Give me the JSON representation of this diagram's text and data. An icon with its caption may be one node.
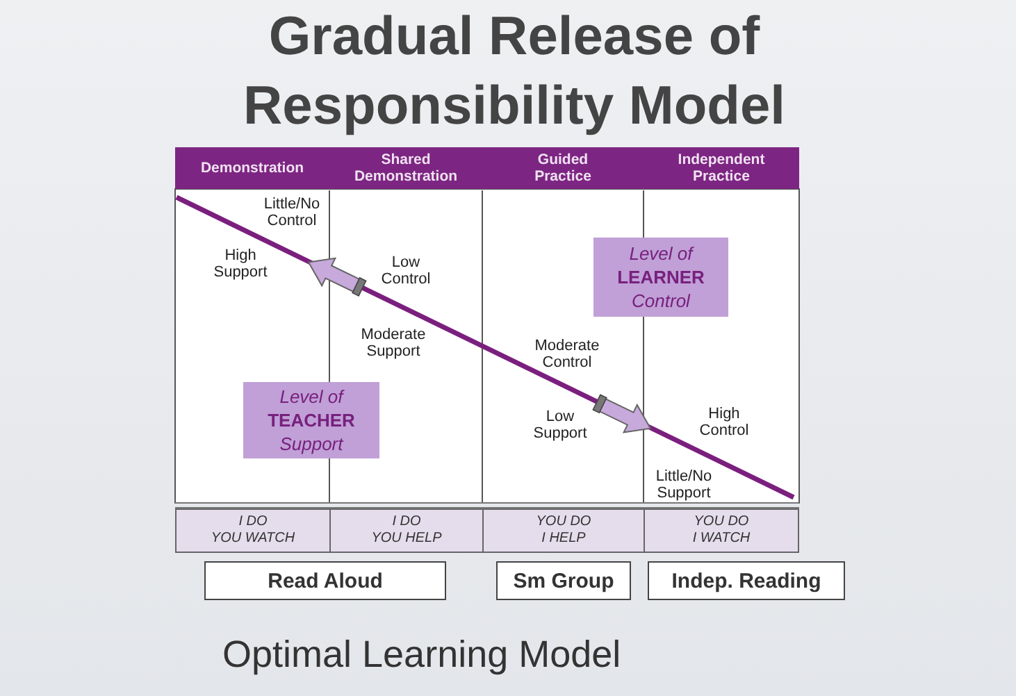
{
  "diagram": {
    "title": "Gradual Release of Responsibility Model",
    "caption": "Optimal Learning Model",
    "nodes": [
      {
        "text": [
          "Demonstration"
        ]
      },
      {
        "text": [
          "Shared Demonstration"
        ]
      },
      {
        "text": [
          "Guided Practice"
        ]
      },
      {
        "text": [
          "Independent Practice"
        ]
      },
      {
        "text": [
          "*Level of* **TEACHER** *Support*"
        ]
      },
      {
        "text": [
          "*Level of* **LEARNER** *Control*"
        ]
      },
      {
        "text": [
          "I DO",
          "YOU WATCH"
        ]
      },
      {
        "text": [
          "I DO",
          "YOU HELP"
        ]
      },
      {
        "text": [
          "YOU DO",
          "I HELP"
        ]
      },
      {
        "text": [
          "YOU DO",
          "I WATCH"
        ]
      },
      {
        "text": [
          "Read Aloud"
        ]
      },
      {
        "text": [
          "Sm Group"
        ]
      },
      {
        "text": [
          "Indep. Reading"
        ]
      }
    ],
    "labels": [
      "Little/No Control",
      "High Support",
      "Low Control",
      "Moderate Support",
      "Moderate Control",
      "Low Support",
      "High Control",
      "Little/No Support"
    ]
  }
}
